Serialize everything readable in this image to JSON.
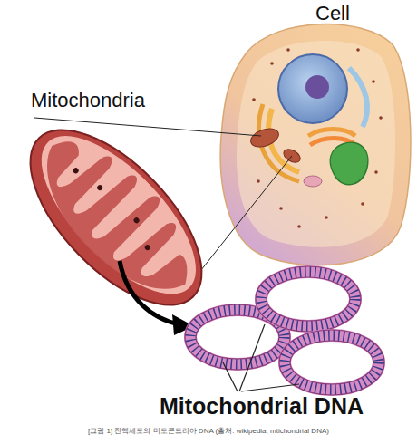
{
  "diagram": {
    "caption": "[그림 1] 진핵세포의 미토콘드리아 DNA (출처: wikipedia; mtichondrial DNA)",
    "labels": [
      "Cell",
      "Mitochondria",
      "Mitochondrial DNA"
    ]
  }
}
